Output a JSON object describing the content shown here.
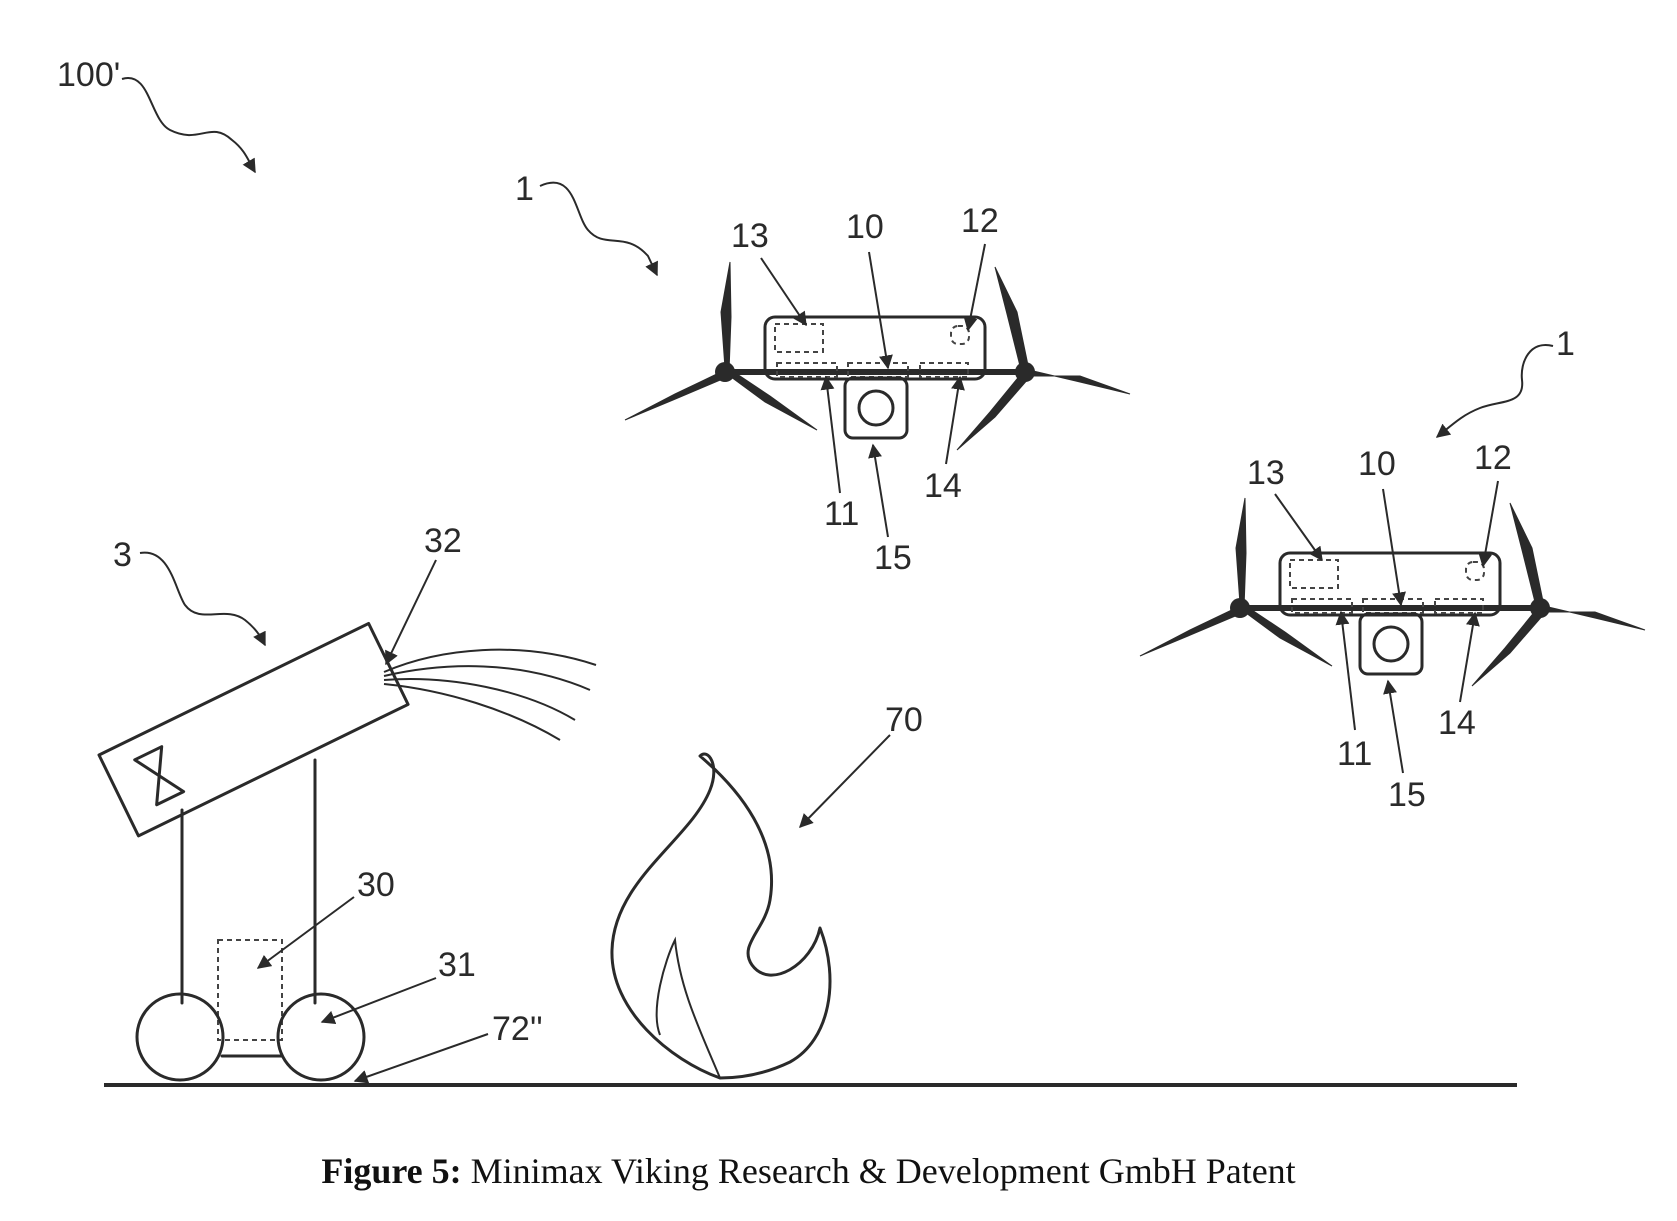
{
  "labels": {
    "system": "100'",
    "drone1": "1",
    "drone2": "1",
    "vehicle": "3",
    "nozzle": "32",
    "tank": "30",
    "wheel": "31",
    "ground": "72''",
    "fire": "70",
    "d1_sensor13": "13",
    "d1_unit10": "10",
    "d1_sensor12": "12",
    "d1_unit11": "11",
    "d1_unit14": "14",
    "d1_camera15": "15",
    "d2_sensor13": "13",
    "d2_unit10": "10",
    "d2_sensor12": "12",
    "d2_unit11": "11",
    "d2_unit14": "14",
    "d2_camera15": "15"
  },
  "caption": {
    "prefix": "Figure 5:",
    "text": "Minimax Viking Research & Development GmbH Patent"
  }
}
